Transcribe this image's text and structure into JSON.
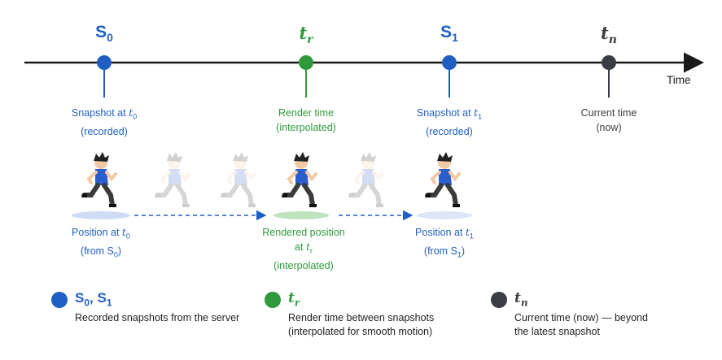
{
  "colors": {
    "blue": "#1f5fc4",
    "green": "#2f9a3c",
    "dark": "#3a3d44"
  },
  "axis": {
    "label": "Time"
  },
  "points": {
    "s0": {
      "sym": "S",
      "sub": "0",
      "label_line1": "Snapshot at ",
      "label_var": "t",
      "label_sub": "0",
      "label_line2": "(recorded)"
    },
    "tr": {
      "sym": "t",
      "sub": "r",
      "label_line1": "Render time",
      "label_line2": "(interpolated)"
    },
    "s1": {
      "sym": "S",
      "sub": "1",
      "label_line1": "Snapshot at ",
      "label_var": "t",
      "label_sub": "1",
      "label_line2": "(recorded)"
    },
    "tn": {
      "sym": "t",
      "sub": "n",
      "label_line1": "Current time",
      "label_line2": "(now)"
    }
  },
  "positions": {
    "p0": {
      "line1": "Position at ",
      "var": "t",
      "sub": "0",
      "line2_pre": "(from S",
      "line2_sub": "0",
      "line2_post": ")"
    },
    "pr": {
      "line1": "Rendered position",
      "line2_pre": "at ",
      "line2_var": "t",
      "line2_sub": "r",
      "line3": "(interpolated)"
    },
    "p1": {
      "line1": "Position at ",
      "var": "t",
      "sub": "1",
      "line2_pre": "(from S",
      "line2_sub": "1",
      "line2_post": ")"
    }
  },
  "legend": {
    "recorded": {
      "title": "S",
      "sub_a": "0",
      "mid": ", S",
      "sub_b": "1",
      "line1": "Recorded snapshots from the server"
    },
    "render": {
      "title": "t",
      "sub": "r",
      "line1": "Render time between snapshots",
      "line2": "(interpolated for smooth motion)"
    },
    "current": {
      "title": "t",
      "sub": "n",
      "line1": "Current time (now) — beyond",
      "line2": "the latest snapshot"
    }
  }
}
